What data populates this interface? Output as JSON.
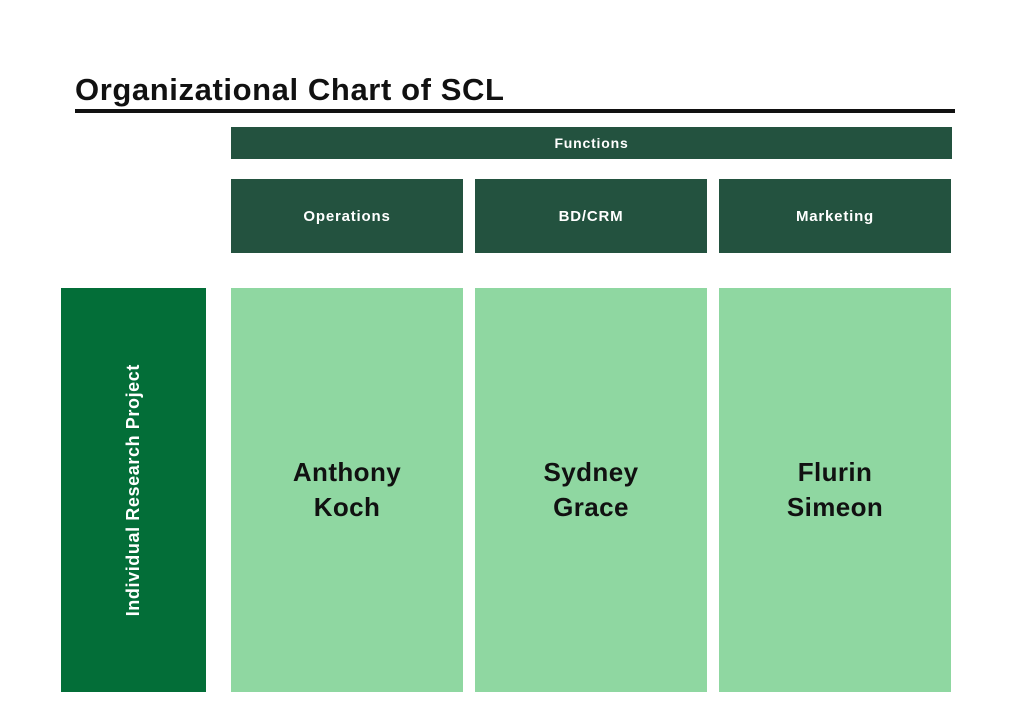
{
  "page": {
    "title": "Organizational Chart of SCL"
  },
  "chart": {
    "functions_header": "Functions",
    "row_label": "Individual Research Project",
    "columns": [
      {
        "label": "Operations",
        "member": "Anthony Koch",
        "member_lines": [
          "Anthony",
          "Koch"
        ]
      },
      {
        "label": "BD/CRM",
        "member": "Sydney Grace",
        "member_lines": [
          "Sydney",
          "Grace"
        ]
      },
      {
        "label": "Marketing",
        "member": "Flurin Simeon",
        "member_lines": [
          "Flurin",
          "Simeon"
        ]
      }
    ]
  },
  "colors": {
    "header_dark_green": "#23523f",
    "row_label_green": "#036e38",
    "cell_light_green": "#8fd7a1",
    "title_black": "#111111",
    "text_on_dark": "#ffffff"
  }
}
